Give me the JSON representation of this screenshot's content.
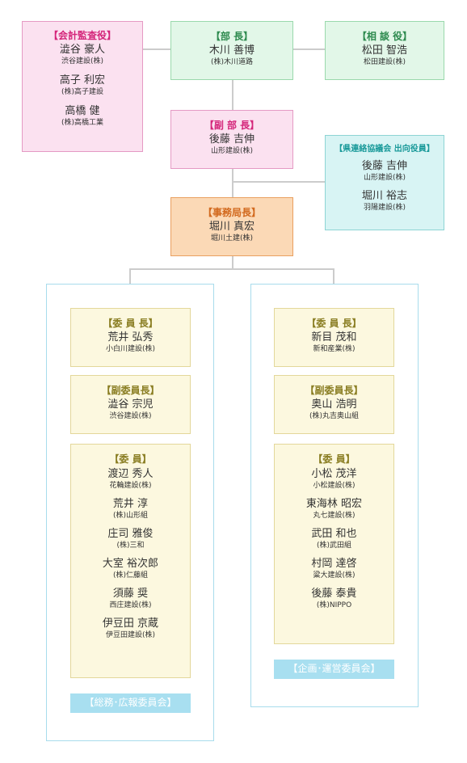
{
  "auditors": {
    "title": "【会計監査役】",
    "members": [
      {
        "name": "澁谷 豪人",
        "company": "渋谷建設(株)"
      },
      {
        "name": "高子 利宏",
        "company": "(株)高子建設"
      },
      {
        "name": "高橋 健",
        "company": "(株)高橋工業"
      }
    ]
  },
  "chairman": {
    "title": "【部 長】",
    "name": "木川 善博",
    "company": "(株)木川道路"
  },
  "advisor": {
    "title": "【相 談 役】",
    "name": "松田 智浩",
    "company": "松田建設(株)"
  },
  "vice_chairman": {
    "title": "【副 部 長】",
    "name": "後藤 吉伸",
    "company": "山形建設(株)"
  },
  "liaison": {
    "title": "【県連絡協議会 出向役員】",
    "members": [
      {
        "name": "後藤 吉伸",
        "company": "山形建設(株)"
      },
      {
        "name": "堀川 裕志",
        "company": "羽陽建設(株)"
      }
    ]
  },
  "secretary_general": {
    "title": "【事務局長】",
    "name": "堀川 真宏",
    "company": "堀川土建(株)"
  },
  "committees": [
    {
      "label": "【総務･広報委員会】",
      "chair": {
        "title": "【委 員 長】",
        "name": "荒井 弘秀",
        "company": "小白川建設(株)"
      },
      "vice_chair": {
        "title": "【副委員長】",
        "name": "澁谷 宗児",
        "company": "渋谷建設(株)"
      },
      "members_title": "【委 員】",
      "members": [
        {
          "name": "渡辺 秀人",
          "company": "花輪建設(株)"
        },
        {
          "name": "荒井 淳",
          "company": "(株)山形組"
        },
        {
          "name": "庄司 雅俊",
          "company": "(株)三和"
        },
        {
          "name": "大室 裕次郎",
          "company": "(株)仁藤組"
        },
        {
          "name": "須藤 奨",
          "company": "西庄建設(株)"
        },
        {
          "name": "伊豆田 京蔵",
          "company": "伊豆田建設(株)"
        }
      ]
    },
    {
      "label": "【企画･運営委員会】",
      "chair": {
        "title": "【委 員 長】",
        "name": "新目 茂和",
        "company": "新和産業(株)"
      },
      "vice_chair": {
        "title": "【副委員長】",
        "name": "奥山 浩明",
        "company": "(株)丸吉奥山組"
      },
      "members_title": "【委 員】",
      "members": [
        {
          "name": "小松 茂洋",
          "company": "小松建設(株)"
        },
        {
          "name": "東海林 昭宏",
          "company": "丸七建設(株)"
        },
        {
          "name": "武田 和也",
          "company": "(株)武田組"
        },
        {
          "name": "村岡 達啓",
          "company": "粱大建設(株)"
        },
        {
          "name": "後藤 泰貴",
          "company": "(株)NIPPO"
        }
      ]
    }
  ]
}
